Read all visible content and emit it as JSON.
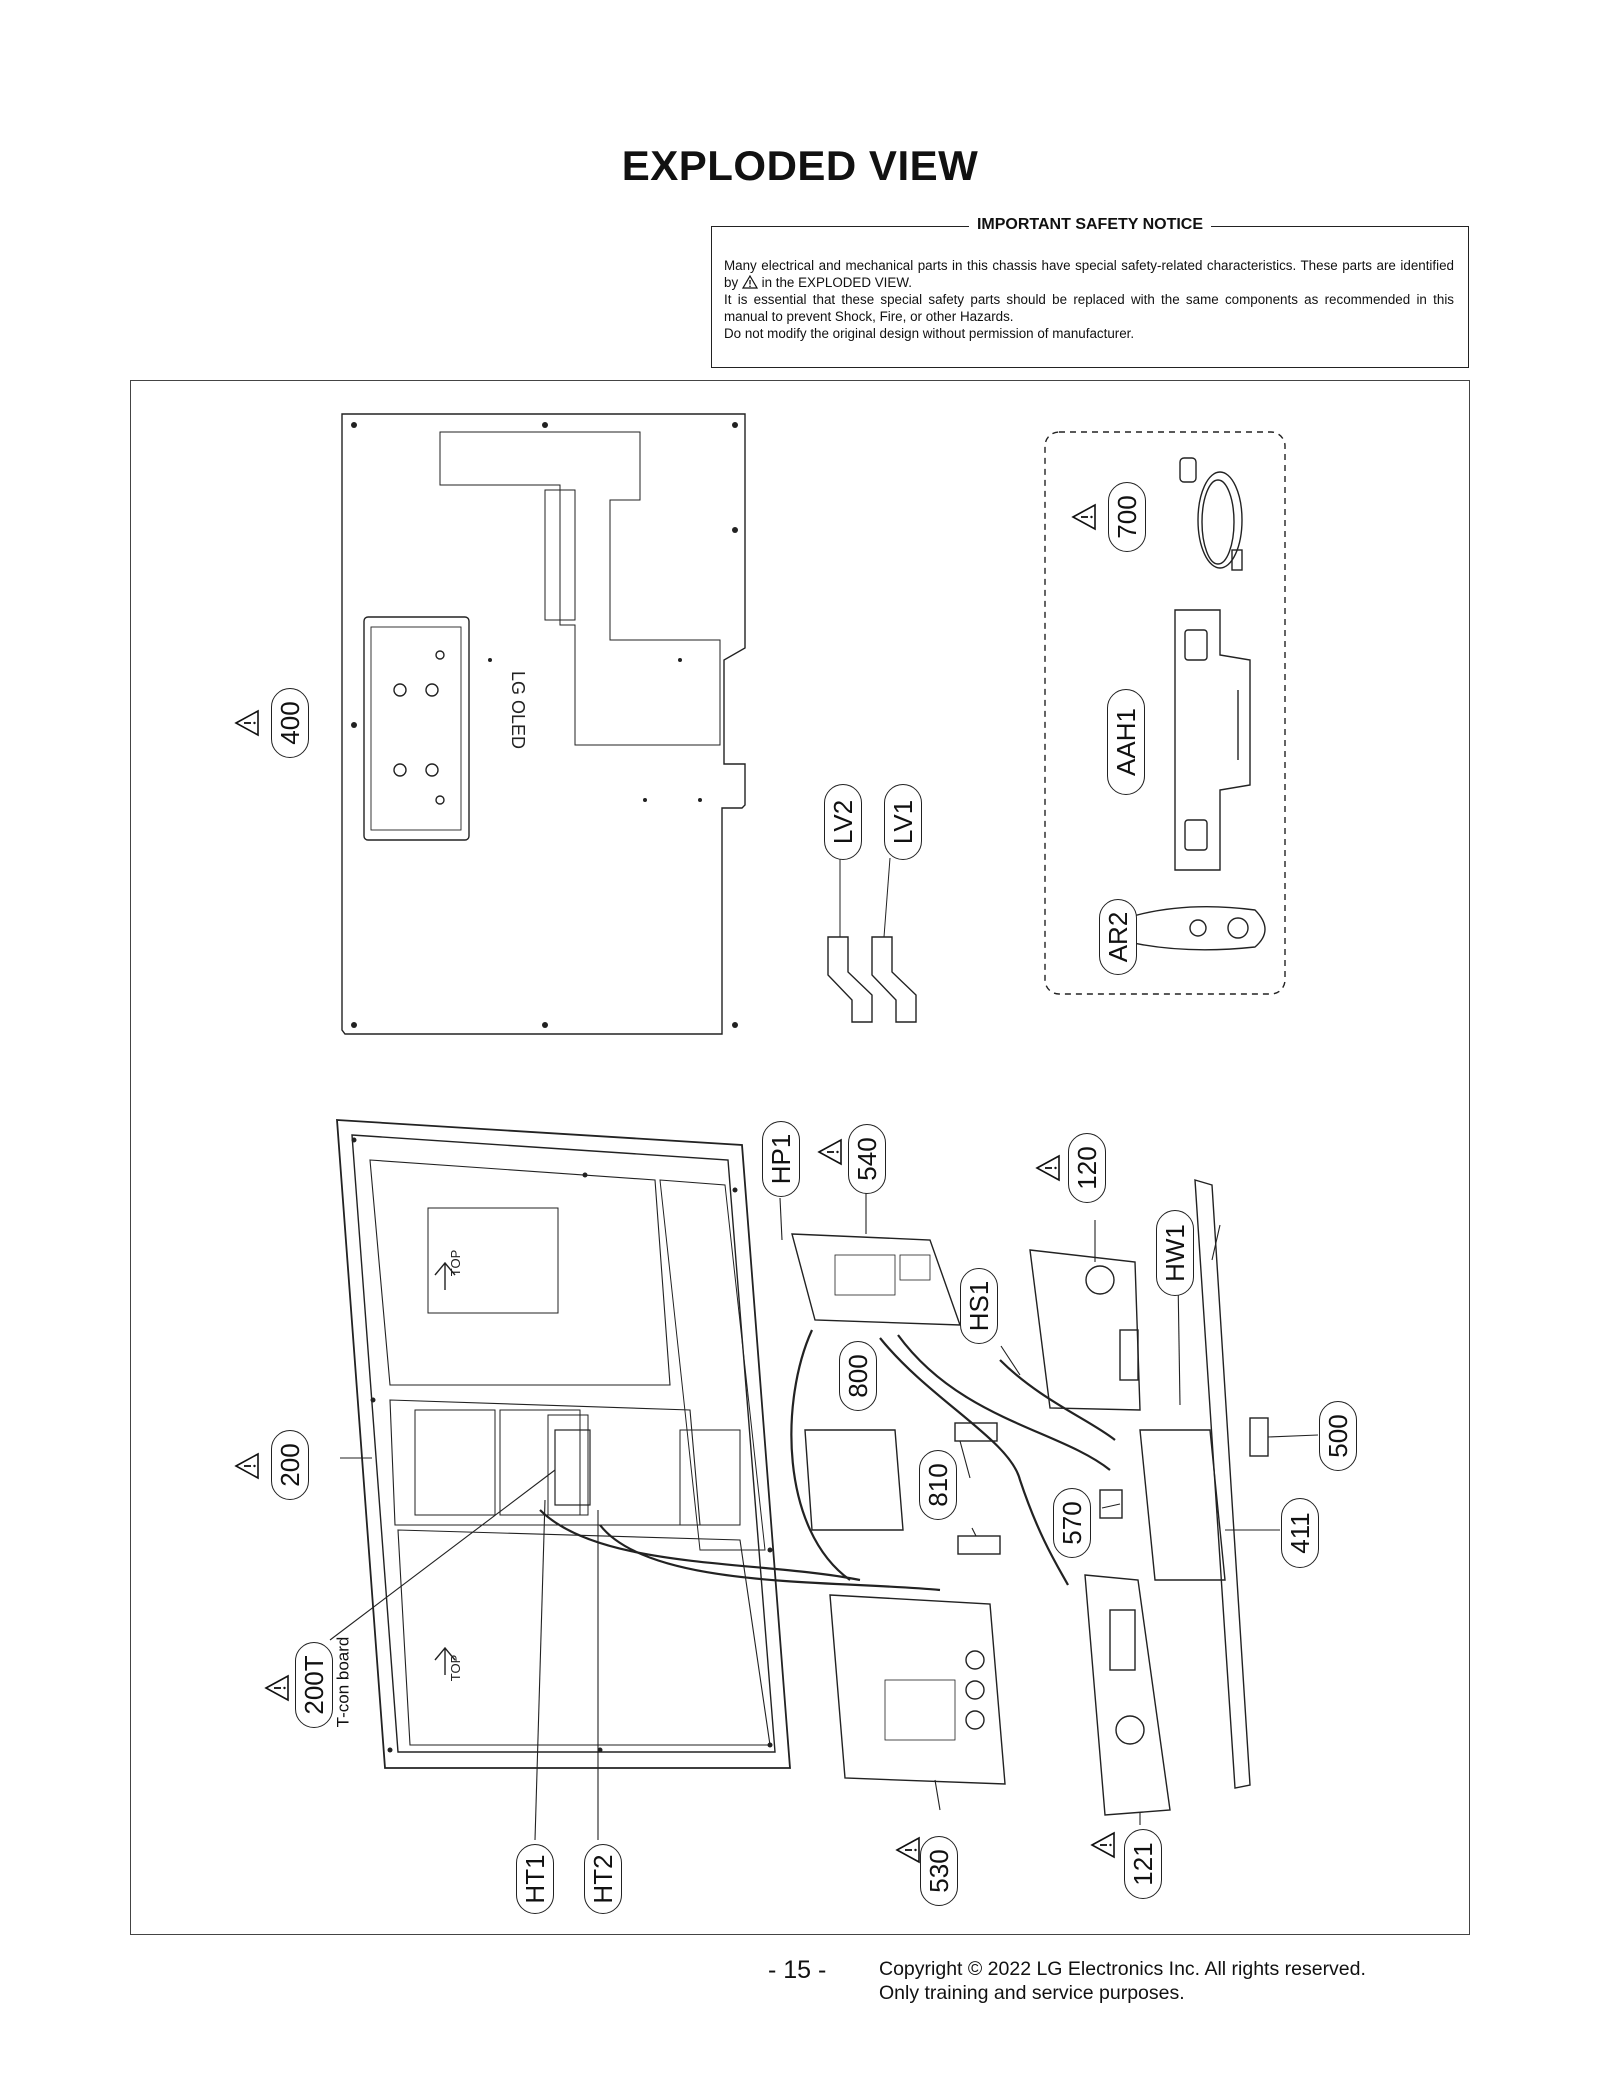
{
  "header": {
    "title": "EXPLODED VIEW"
  },
  "notice": {
    "title": "IMPORTANT SAFETY NOTICE",
    "line1a": "Many electrical and mechanical parts in this chassis have special safety-related characteristics. These parts are identified by",
    "line1b": "in the EXPLODED VIEW.",
    "line2": "It is essential that these special safety parts should be replaced with the same components as recommended in this manual to prevent Shock, Fire, or other Hazards.",
    "line3": "Do not modify the original design without permission of manufacturer."
  },
  "labels": {
    "l400": "400",
    "l700": "700",
    "laah1": "AAH1",
    "lar2": "AR2",
    "llv2": "LV2",
    "llv1": "LV1",
    "lhp1": "HP1",
    "l540": "540",
    "l120": "120",
    "lhw1": "HW1",
    "lhs1": "HS1",
    "l800": "800",
    "l810": "810",
    "l570": "570",
    "l500": "500",
    "l411": "411",
    "l200": "200",
    "l200t": "200T",
    "lht1": "HT1",
    "lht2": "HT2",
    "l530": "530",
    "l121": "121"
  },
  "tcon_label": "T-con board",
  "panel_logo": "LG OLED",
  "top_text": "TOP",
  "footer": {
    "page": "- 15 -",
    "copyright1": "Copyright © 2022 LG Electronics Inc. All rights reserved.",
    "copyright2": "Only training and service purposes."
  }
}
